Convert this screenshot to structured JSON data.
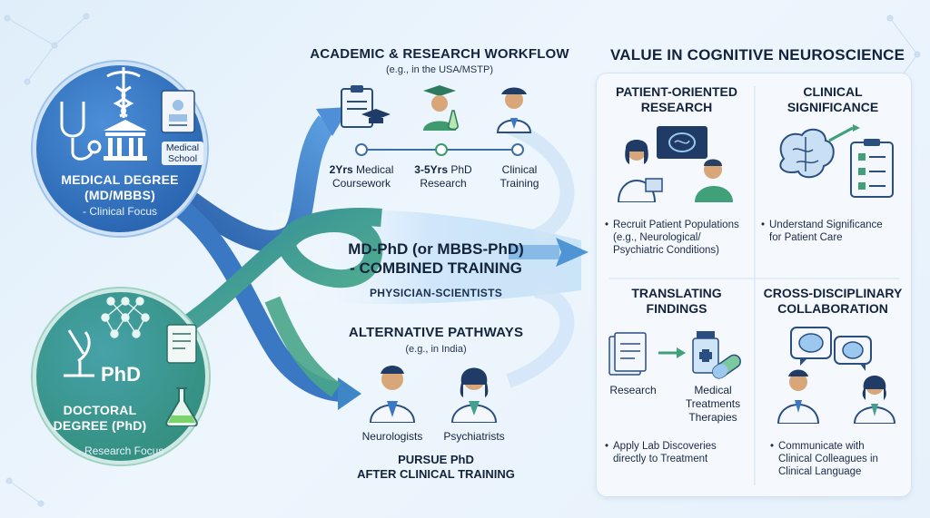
{
  "left": {
    "medical": {
      "badge": "Medical School",
      "title_line1": "MEDICAL DEGREE",
      "title_line2": "(MD/MBBS)",
      "subtitle": "- Clinical Focus"
    },
    "phd": {
      "badge": "PhD",
      "title_line1": "DOCTORAL",
      "title_line2": "DEGREE (PhD)",
      "subtitle": "- Research Focus"
    }
  },
  "workflow": {
    "title": "ACADEMIC & RESEARCH WORKFLOW",
    "note": "(e.g., in the USA/MSTP)",
    "steps": [
      {
        "bold": "2Yrs",
        "line1": " Medical",
        "line2": "Coursework"
      },
      {
        "bold": "3-5Yrs",
        "line1": " PhD",
        "line2": "Research"
      },
      {
        "bold": "",
        "line1": "Clinical",
        "line2": "Training"
      }
    ]
  },
  "combined": {
    "title_line1": "MD-PhD (or MBBS-PhD)",
    "title_line2": "- COMBINED TRAINING",
    "subtitle": "PHYSICIAN-SCIENTISTS"
  },
  "alternative": {
    "title": "ALTERNATIVE PATHWAYS",
    "note": "(e.g., in India)",
    "people": [
      "Neurologists",
      "Psychiatrists"
    ],
    "pursue_line1": "PURSUE PhD",
    "pursue_line2": "AFTER CLINICAL TRAINING"
  },
  "value": {
    "title": "VALUE IN COGNITIVE NEUROSCIENCE",
    "cards": [
      {
        "title_line1": "PATIENT-ORIENTED",
        "title_line2": "RESEARCH",
        "bullet": [
          "Recruit Patient Populations",
          "(e.g., Neurological/",
          "Psychiatric Conditions)"
        ]
      },
      {
        "title_line1": "CLINICAL",
        "title_line2": "SIGNIFICANCE",
        "bullet": [
          "Understand Significance",
          "for Patient Care"
        ]
      },
      {
        "title_line1": "TRANSLATING",
        "title_line2": "FINDINGS",
        "labels": {
          "research": "Research",
          "medical": [
            "Medical",
            "Treatments",
            "Therapies"
          ]
        },
        "bullet": [
          "Apply Lab Discoveries",
          "directly to Treatment"
        ]
      },
      {
        "title_line1": "CROSS-DISCIPLINARY",
        "title_line2": "COLLABORATION",
        "bullet": [
          "Communicate with",
          "Clinical Colleagues in",
          "Clinical Language"
        ]
      }
    ]
  },
  "colors": {
    "blue_circle": "#2f6fc0",
    "green_circle": "#3f9a8a",
    "arrow_blue": "#2f6ab6",
    "arrow_green": "#43a08d",
    "ink": "#13233c"
  }
}
